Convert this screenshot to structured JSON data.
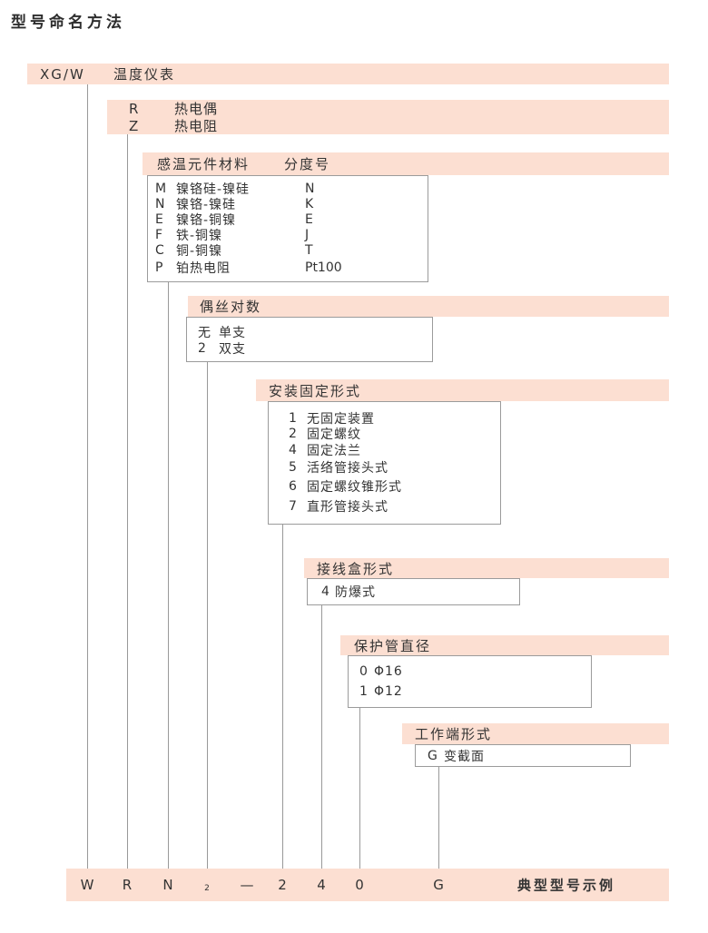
{
  "title": "型号命名方法",
  "root_band": {
    "code": "XG/W",
    "label": "温度仪表"
  },
  "type_band": {
    "rows": [
      {
        "code": "R",
        "label": "热电偶"
      },
      {
        "code": "Z",
        "label": "热电阻"
      }
    ]
  },
  "sections": {
    "sensor": {
      "header": "感温元件材料",
      "header2": "分度号",
      "rows": [
        {
          "code": "M",
          "label": "镍铬硅-镍硅",
          "grade": "N"
        },
        {
          "code": "N",
          "label": "镍铬-镍硅",
          "grade": "K"
        },
        {
          "code": "E",
          "label": "镍铬-铜镍",
          "grade": "E"
        },
        {
          "code": "F",
          "label": "铁-铜镍",
          "grade": "J"
        },
        {
          "code": "C",
          "label": "铜-铜镍",
          "grade": "T"
        },
        {
          "code": "P",
          "label": "铂热电阻",
          "grade": "Pt100"
        }
      ]
    },
    "pairs": {
      "header": "偶丝对数",
      "rows": [
        {
          "code": "无",
          "label": "单支"
        },
        {
          "code": "2",
          "label": "双支"
        }
      ]
    },
    "mount": {
      "header": "安装固定形式",
      "rows": [
        {
          "code": "1",
          "label": "无固定装置"
        },
        {
          "code": "2",
          "label": "固定螺纹"
        },
        {
          "code": "4",
          "label": "固定法兰"
        },
        {
          "code": "5",
          "label": "活络管接头式"
        },
        {
          "code": "6",
          "label": "固定螺纹锥形式"
        },
        {
          "code": "7",
          "label": "直形管接头式"
        }
      ]
    },
    "junction": {
      "header": "接线盒形式",
      "rows": [
        {
          "code": "4",
          "label": "防爆式"
        }
      ]
    },
    "tube": {
      "header": "保护管直径",
      "rows": [
        {
          "code": "0",
          "label": "Φ16"
        },
        {
          "code": "1",
          "label": "Φ12"
        }
      ]
    },
    "tip": {
      "header": "工作端形式",
      "rows": [
        {
          "code": "G",
          "label": "变截面"
        }
      ]
    }
  },
  "model_example": {
    "chars": [
      "W",
      "R",
      "N",
      "2",
      "—",
      "2",
      "4",
      "0",
      "G"
    ],
    "caption": "典型型号示例"
  },
  "colors": {
    "band_pink": "#fcdfd2",
    "box_border": "#9b9b9b",
    "connector_line": "#999999",
    "text": "#333333"
  }
}
